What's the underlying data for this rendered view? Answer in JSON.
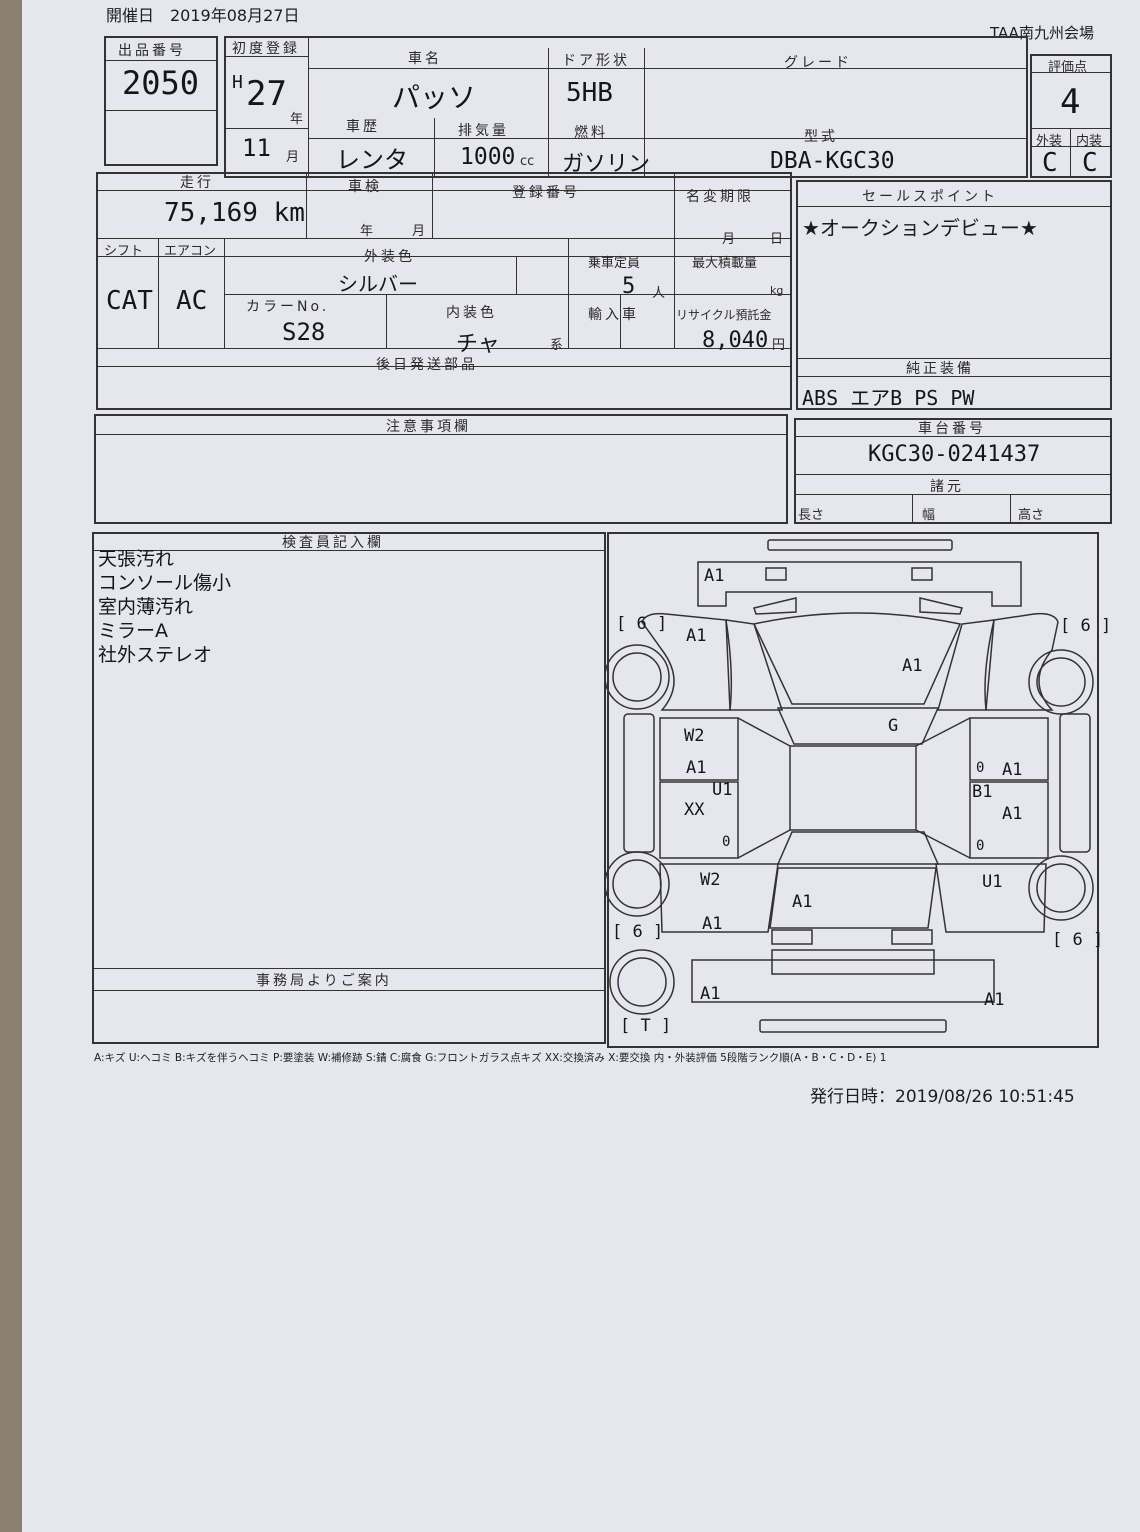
{
  "header": {
    "event_date": "開催日　2019年08月27日",
    "venue": "TAA南九州会場"
  },
  "sheet": {
    "lot_label": "出品番号",
    "lot_number": "2050",
    "first_reg_label": "初度登録",
    "era": "H",
    "year": "27",
    "year_unit": "年",
    "month": "11",
    "month_unit": "月",
    "car_name_label": "車名",
    "car_name": "パッソ",
    "door_label": "ドア形状",
    "door": "5HB",
    "grade_label": "グレード",
    "grade": "",
    "score_label": "評価点",
    "score": "4",
    "exterior_label": "外装",
    "exterior": "C",
    "interior_label": "内装",
    "interior": "C",
    "history_label": "車歴",
    "history": "レンタ",
    "displacement_label": "排気量",
    "displacement": "1000",
    "displacement_unit": "cc",
    "fuel_label": "燃料",
    "fuel": "ガソリン",
    "model_label": "型式",
    "model_code": "DBA-KGC30",
    "mileage_label": "走行",
    "mileage": "75,169 km",
    "inspection_label": "車検",
    "insp_year_unit": "年",
    "insp_month_unit": "月",
    "reg_no_label": "登録番号",
    "transfer_label": "名変期限",
    "transfer_month_unit": "月",
    "transfer_day_unit": "日",
    "sales_point_label": "セールスポイント",
    "sales_point": "★オークションデビュー★",
    "shift_label": "シフト",
    "shift": "CAT",
    "ac_label": "エアコン",
    "ac": "AC",
    "ext_color_label": "外装色",
    "ext_color": "シルバー",
    "capacity_label": "乗車定員",
    "capacity": "5",
    "capacity_unit": "人",
    "max_load_label": "最大積載量",
    "max_load_unit": "kg",
    "color_no_label": "カラーNo.",
    "color_no": "S28",
    "int_color_label": "内装色",
    "int_color": "チャ",
    "int_color_suffix": "系",
    "import_label": "輸入車",
    "recycle_label": "リサイクル預託金",
    "recycle_fee": "8,040",
    "recycle_unit": "円",
    "later_parts_label": "後日発送部品",
    "equipment_label": "純正装備",
    "equipment": "ABS エアB PS PW",
    "cautions_label": "注意事項欄",
    "chassis_label": "車台番号",
    "chassis_number": "KGC30-0241437",
    "specs_label": "諸元",
    "length_label": "長さ",
    "width_label": "幅",
    "height_label": "高さ",
    "inspector_label": "検査員記入欄",
    "inspector_notes": [
      "天張汚れ",
      "コンソール傷小",
      "室内薄汚れ",
      "ミラーA",
      "社外ステレオ"
    ],
    "office_label": "事務局よりご案内",
    "legend": "A:キズ U:ヘコミ B:キズを伴うヘコミ P:要塗装 W:補修跡 S:錆 C:腐食 G:フロントガラス点キズ XX:交換済み X:要交換 内・外装評価 5段階ランク順(A・B・C・D・E) 1",
    "issued": "発行日時：2019/08/26 10:51:45"
  },
  "damage_map": {
    "tire_fl": "[ 6 ]",
    "tire_fr": "[ 6 ]",
    "tire_rl": "[ 6 ]",
    "tire_rr": "[ 6 ]",
    "spare": "[ T ]",
    "marks": [
      "A1",
      "A1",
      "A1",
      "G",
      "W2",
      "A1",
      "U1",
      "XX",
      "0",
      "W2",
      "A1",
      "A1",
      "0",
      "A1",
      "B1",
      "A1",
      "0",
      "U1",
      "A1",
      "A1"
    ]
  },
  "colors": {
    "paper": "#e6e6ee",
    "ink": "#1c1c24",
    "line": "#333333",
    "background": "#8a7f70"
  }
}
